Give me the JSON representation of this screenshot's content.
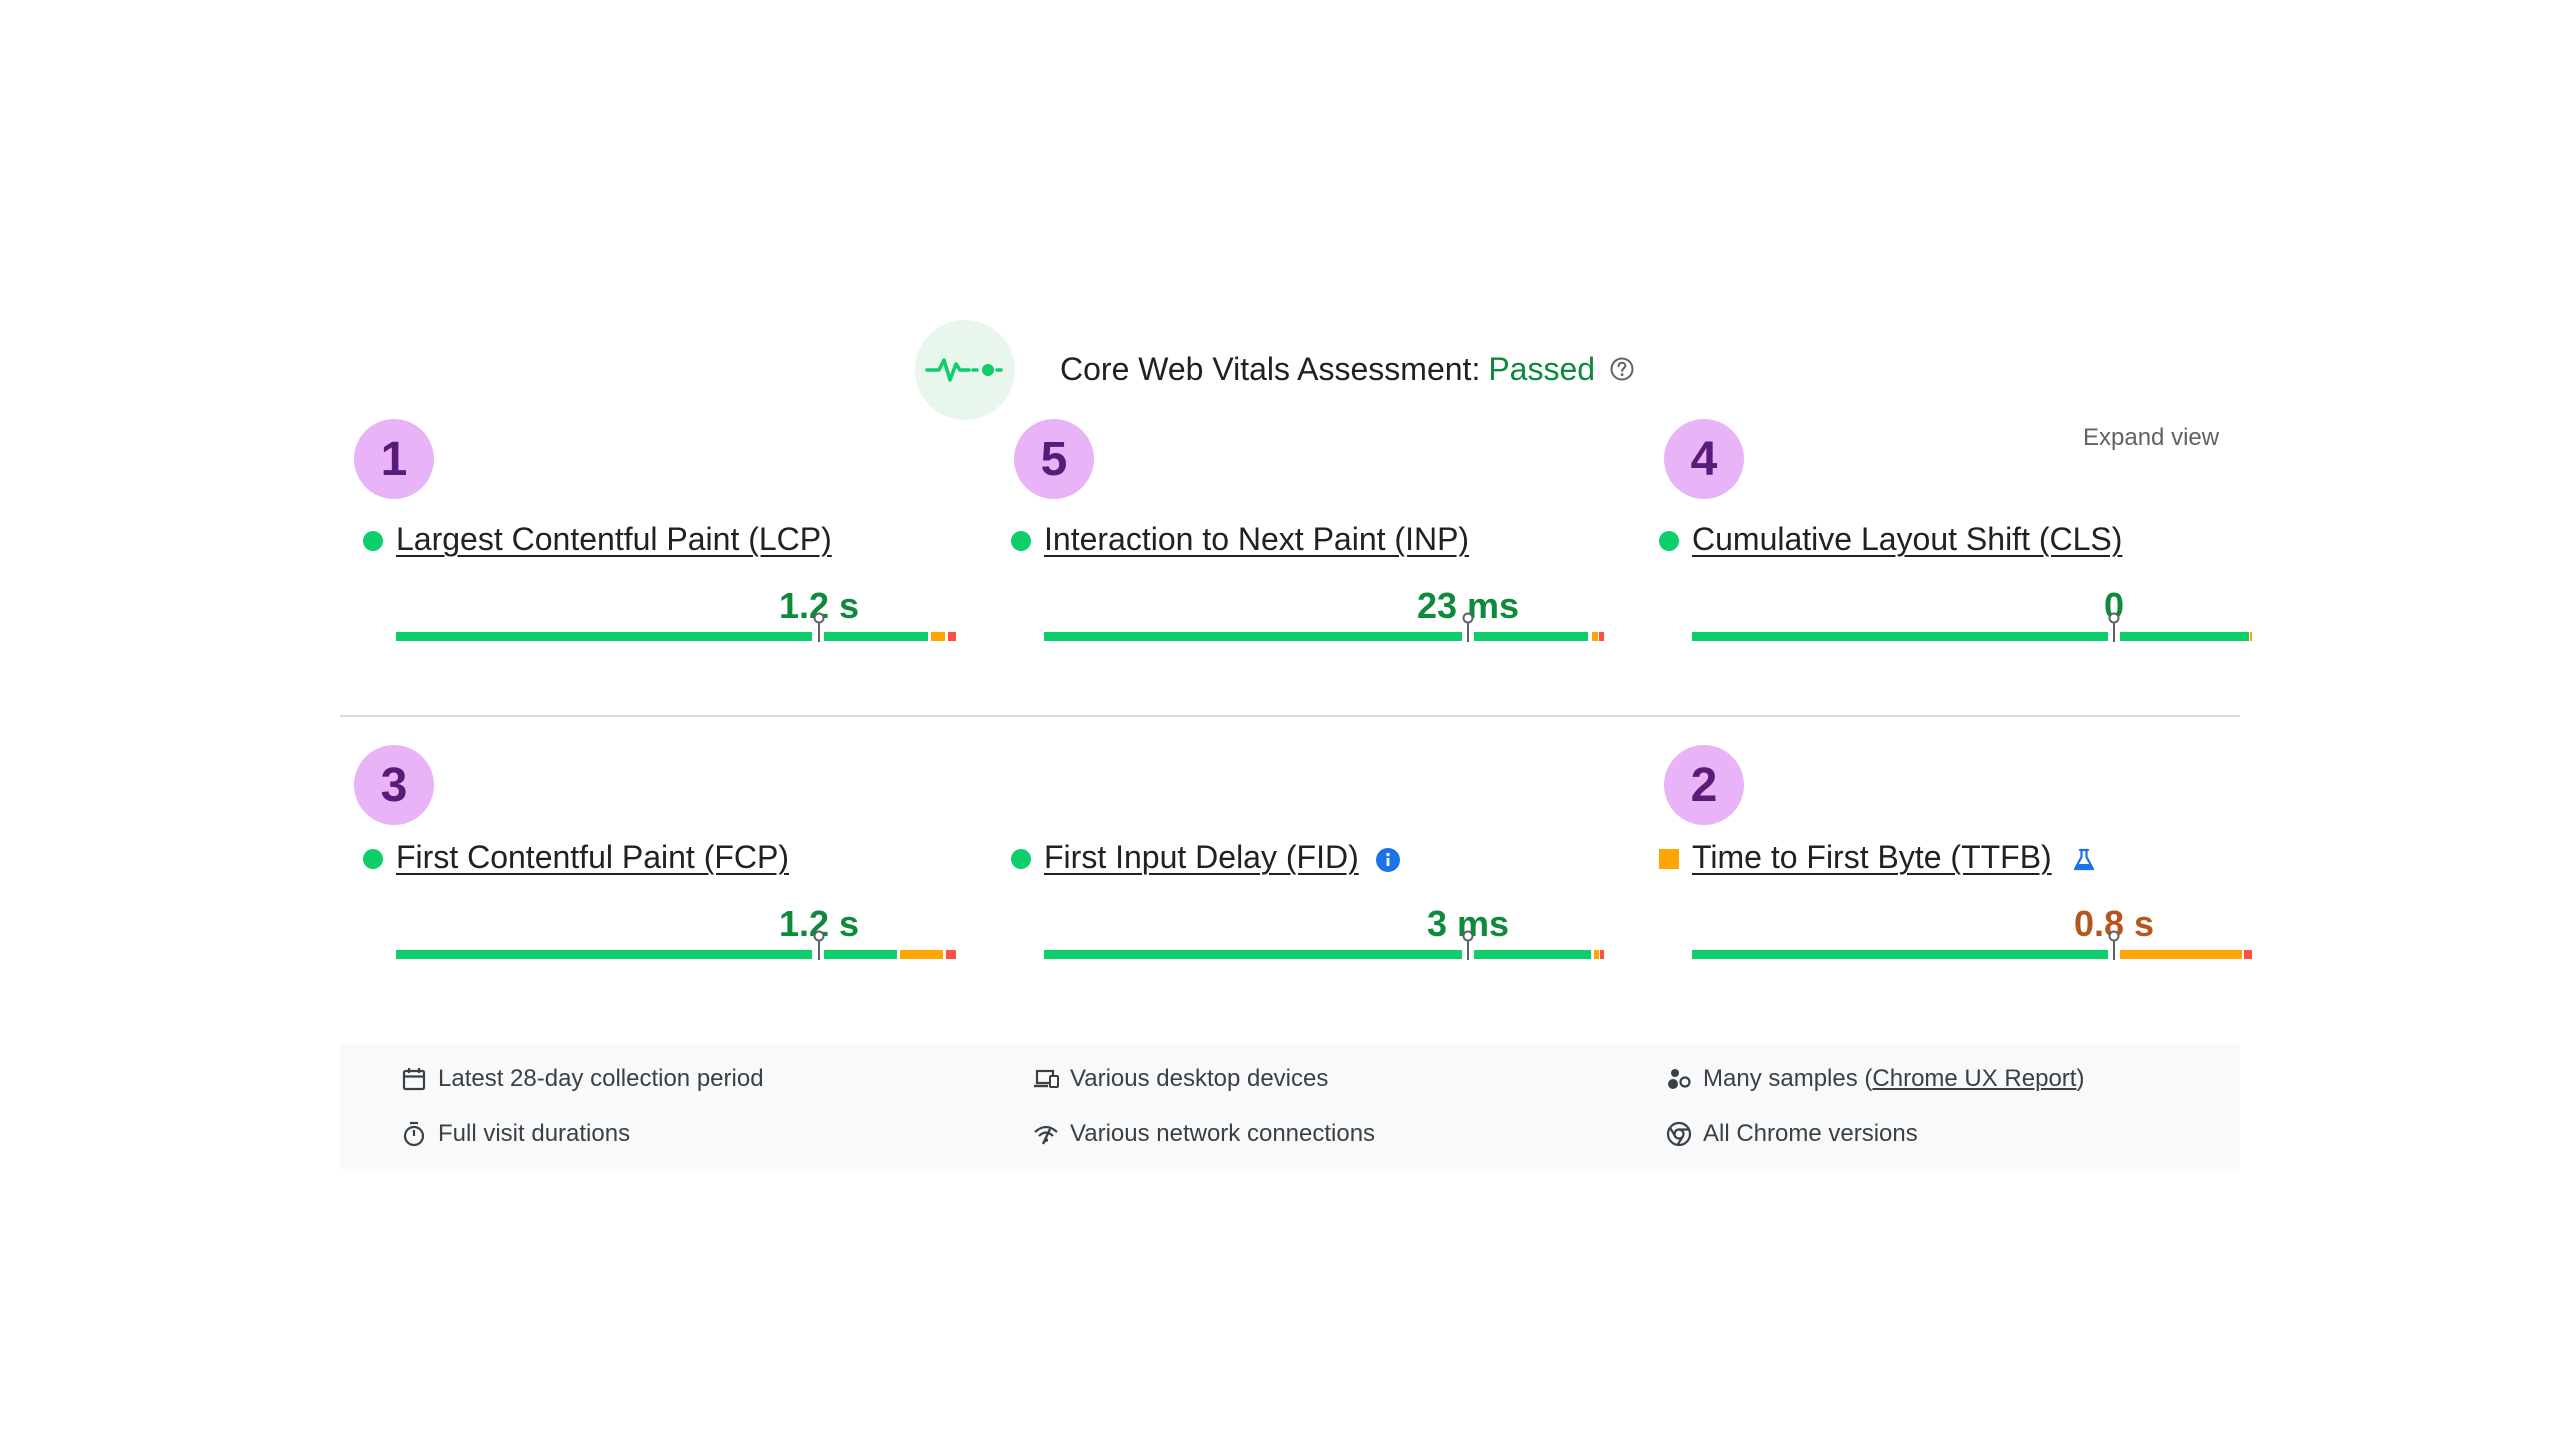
{
  "header": {
    "title": "Core Web Vitals Assessment:",
    "status": "Passed",
    "icon": "heartbeat-icon",
    "help_icon": "help-circle-icon",
    "colors": {
      "passed": "#0d8a3b",
      "icon_bg": "#e8f6ec"
    }
  },
  "expand_view_label": "Expand view",
  "badges": [
    "1",
    "5",
    "4",
    "3",
    "2"
  ],
  "metrics": [
    {
      "name": "Largest Contentful Paint (LCP)",
      "value": "1.2 s",
      "rating": "good"
    },
    {
      "name": "Interaction to Next Paint (INP)",
      "value": "23 ms",
      "rating": "good"
    },
    {
      "name": "Cumulative Layout Shift (CLS)",
      "value": "0",
      "rating": "good"
    },
    {
      "name": "First Contentful Paint (FCP)",
      "value": "1.2 s",
      "rating": "good"
    },
    {
      "name": "First Input Delay (FID)",
      "value": "3 ms",
      "rating": "good",
      "extra_icon": "info-icon"
    },
    {
      "name": "Time to First Byte (TTFB)",
      "value": "0.8 s",
      "rating": "needs-improvement",
      "extra_icon": "flask-icon"
    }
  ],
  "distribution_colors": {
    "good": "#0cce6b",
    "needs_improvement": "#ffa400",
    "poor": "#ff4e42"
  },
  "footer": {
    "items": [
      {
        "icon": "calendar-icon",
        "label": "Latest 28-day collection period"
      },
      {
        "icon": "devices-icon",
        "label": "Various desktop devices"
      },
      {
        "icon": "samples-icon",
        "label_before": "Many samples (",
        "link": "Chrome UX Report",
        "label_after": ")"
      },
      {
        "icon": "timer-icon",
        "label": "Full visit durations"
      },
      {
        "icon": "network-icon",
        "label": "Various network connections"
      },
      {
        "icon": "chrome-icon",
        "label": "All Chrome versions"
      }
    ]
  }
}
